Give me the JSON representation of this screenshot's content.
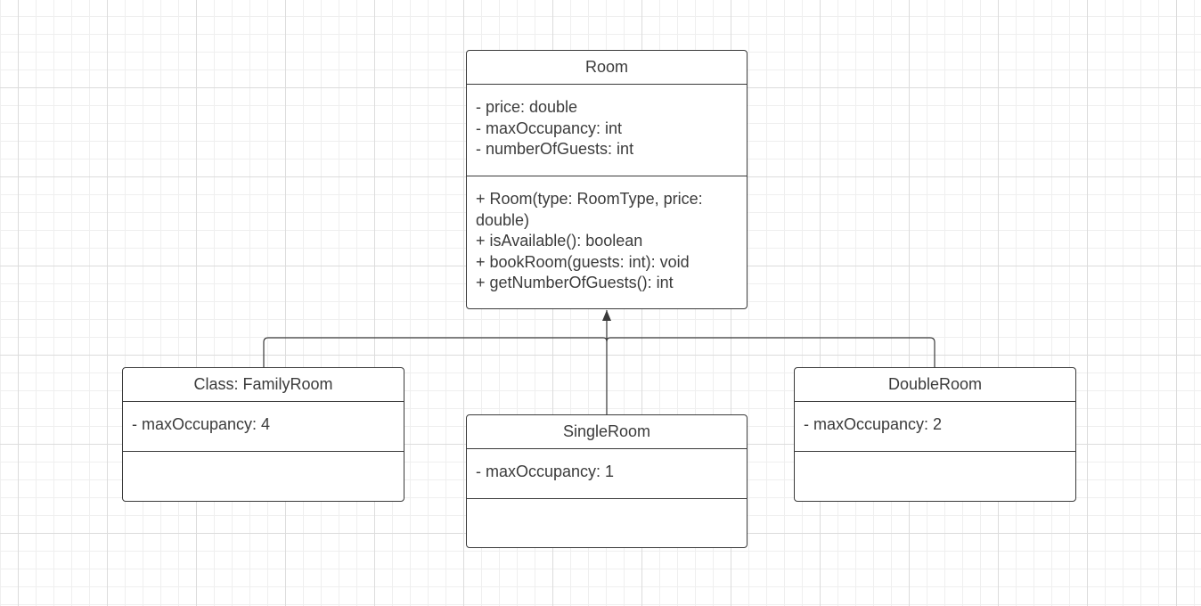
{
  "classes": {
    "room": {
      "name": "Room",
      "attributes": [
        "- price: double",
        "- maxOccupancy: int",
        "- numberOfGuests: int"
      ],
      "operations": [
        "+ Room(type: RoomType, price: double)",
        "+ isAvailable(): boolean",
        "+ bookRoom(guests: int): void",
        "+ getNumberOfGuests(): int"
      ]
    },
    "family_room": {
      "name": "Class: FamilyRoom",
      "attributes": [
        "- maxOccupancy: 4"
      ],
      "operations": []
    },
    "single_room": {
      "name": "SingleRoom",
      "attributes": [
        "- maxOccupancy: 1"
      ],
      "operations": []
    },
    "double_room": {
      "name": "DoubleRoom",
      "attributes": [
        "- maxOccupancy: 2"
      ],
      "operations": []
    }
  },
  "relationships": [
    {
      "type": "generalization",
      "from": "Class: FamilyRoom",
      "to": "Room"
    },
    {
      "type": "generalization",
      "from": "SingleRoom",
      "to": "Room"
    },
    {
      "type": "generalization",
      "from": "DoubleRoom",
      "to": "Room"
    }
  ],
  "colors": {
    "stroke": "#3a3a3a",
    "text": "#3b3b3b",
    "canvas": "#ffffff",
    "grid": "#dcdcdc"
  }
}
